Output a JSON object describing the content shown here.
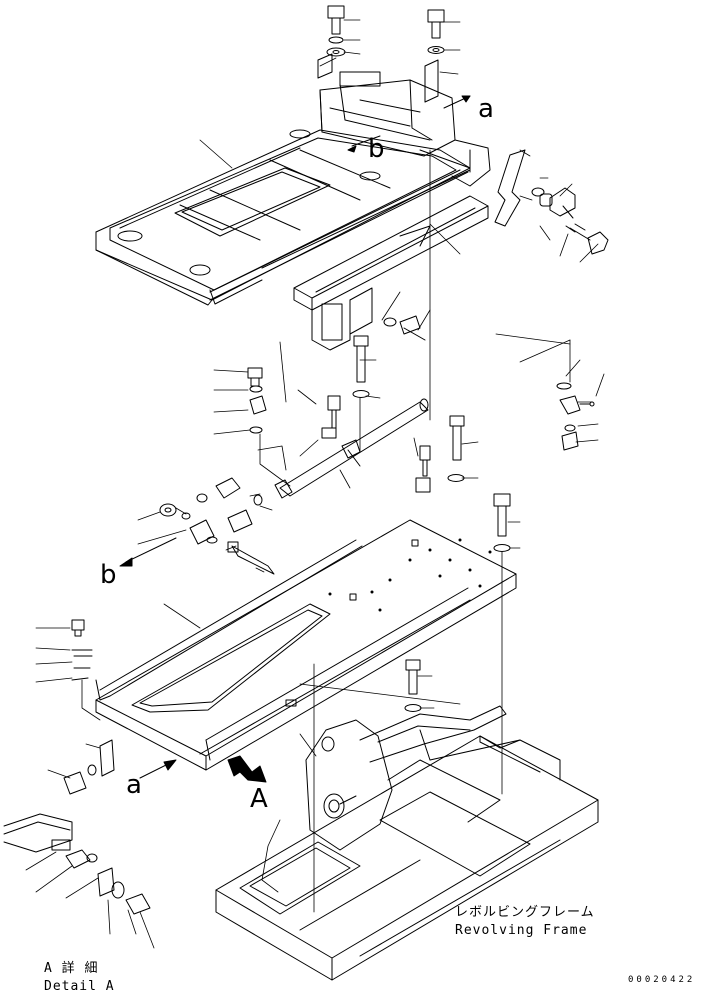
{
  "labels": {
    "a_top": "a",
    "b_top": "b",
    "b_left": "b",
    "a_bottom": "a",
    "A_arrow": "A"
  },
  "captions": {
    "frame_jp": "レボルビングフレーム",
    "frame_en": "Revolving Frame",
    "detail_jp": "A 詳 細",
    "detail_en": "Detail A"
  },
  "drawing_number": "00020422"
}
